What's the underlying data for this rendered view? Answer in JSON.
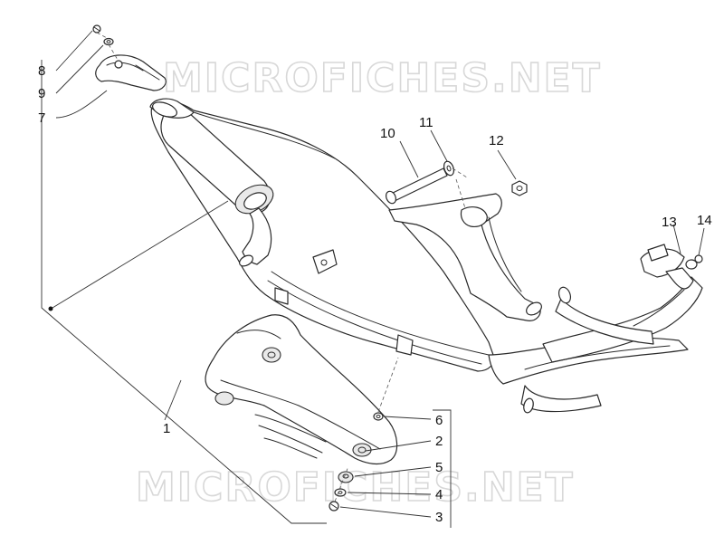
{
  "watermark": {
    "text": "MICROFICHES.NET"
  },
  "callouts": [
    {
      "id": "1",
      "label": "1"
    },
    {
      "id": "2",
      "label": "2"
    },
    {
      "id": "3",
      "label": "3"
    },
    {
      "id": "4",
      "label": "4"
    },
    {
      "id": "5",
      "label": "5"
    },
    {
      "id": "6",
      "label": "6"
    },
    {
      "id": "7",
      "label": "7"
    },
    {
      "id": "8",
      "label": "8"
    },
    {
      "id": "9",
      "label": "9"
    },
    {
      "id": "10",
      "label": "10"
    },
    {
      "id": "11",
      "label": "11"
    },
    {
      "id": "12",
      "label": "12"
    },
    {
      "id": "13",
      "label": "13"
    },
    {
      "id": "14",
      "label": "14"
    }
  ]
}
